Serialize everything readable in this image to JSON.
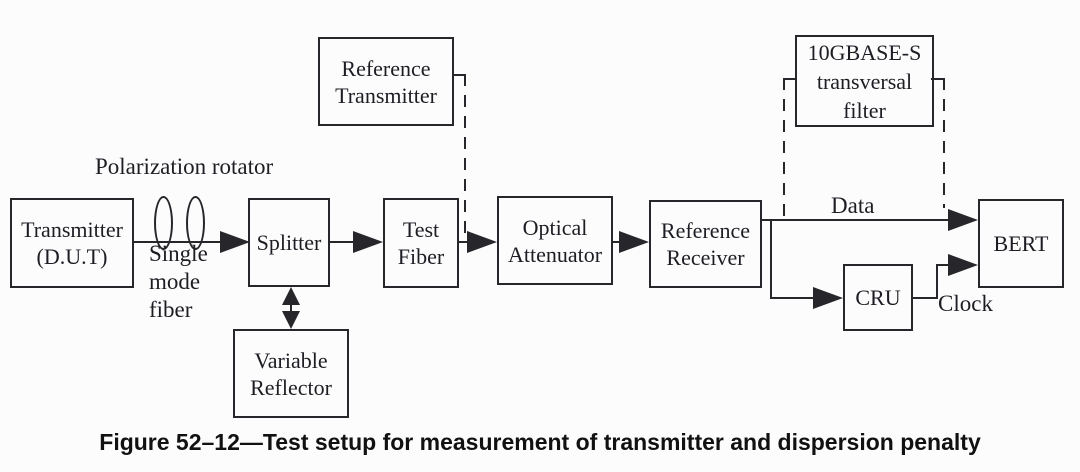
{
  "figure": {
    "nodes": {
      "transmitter": "Transmitter\n(D.U.T)",
      "splitter": "Splitter",
      "variable_reflector": "Variable\nReflector",
      "test_fiber": "Test\nFiber",
      "reference_transmitter": "Reference\nTransmitter",
      "optical_attenuator": "Optical\nAttenuator",
      "reference_receiver": "Reference\nReceiver",
      "transversal_filter": "10GBASE-S\ntransversal\nfilter",
      "cru": "CRU",
      "bert": "BERT"
    },
    "labels": {
      "polarization_rotator": "Polarization rotator",
      "single_mode_fiber": "Single\nmode\nfiber",
      "data": "Data",
      "clock": "Clock"
    },
    "caption": "Figure 52–12—Test setup for measurement of transmitter and dispersion penalty",
    "colors": {
      "line": "#26262b",
      "background": "#fcfcfc",
      "caption_text": "#111111"
    }
  }
}
